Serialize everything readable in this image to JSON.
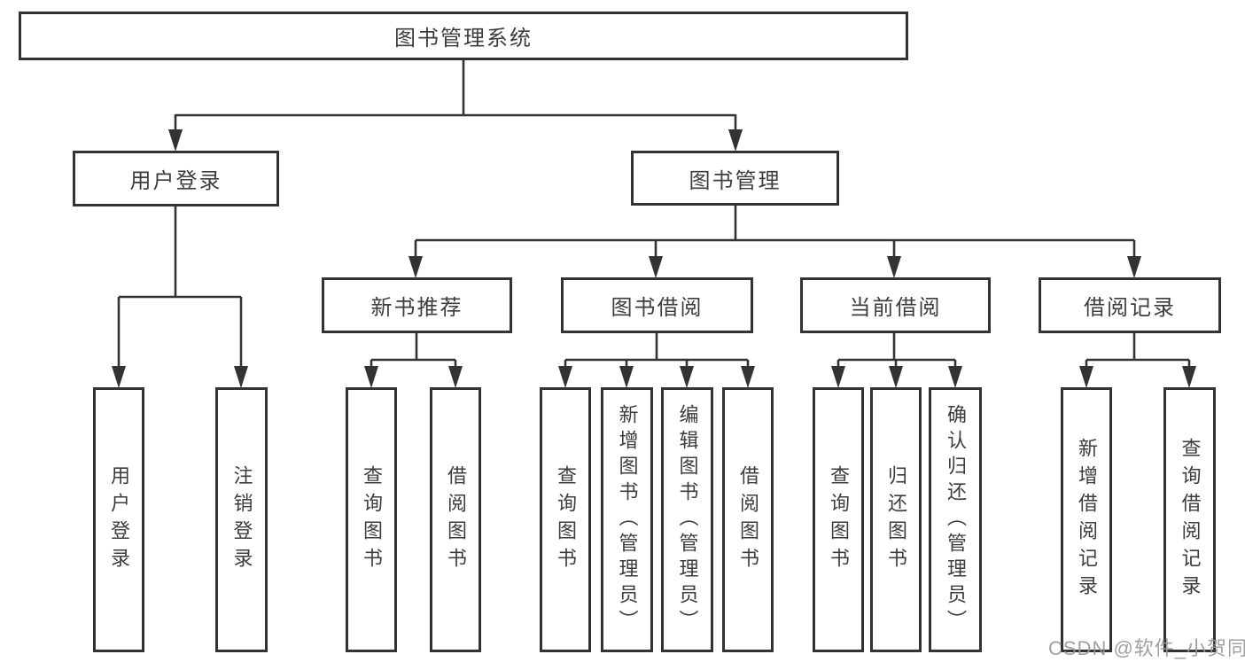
{
  "colors": {
    "line": "#333333",
    "node_border": "#333333",
    "node_text": "#3d3d3d",
    "node_background": "#ffffff",
    "watermark_gray": "#969696",
    "page_background": "#ffffff"
  },
  "tree": {
    "root": {
      "label": "图书管理系统"
    },
    "branches": [
      {
        "label": "用户登录",
        "leaves": [
          {
            "label": "用户登录"
          },
          {
            "label": "注销登录"
          }
        ]
      },
      {
        "label": "图书管理",
        "sections": [
          {
            "label": "新书推荐",
            "leaves": [
              {
                "label": "查询图书"
              },
              {
                "label": "借阅图书"
              }
            ]
          },
          {
            "label": "图书借阅",
            "leaves": [
              {
                "label": "查询图书"
              },
              {
                "label": "新增图书（管理员）"
              },
              {
                "label": "编辑图书（管理员）"
              },
              {
                "label": "借阅图书"
              }
            ]
          },
          {
            "label": "当前借阅",
            "leaves": [
              {
                "label": "查询图书"
              },
              {
                "label": "归还图书"
              },
              {
                "label": "确认归还（管理员）"
              }
            ]
          },
          {
            "label": "借阅记录",
            "leaves": [
              {
                "label": "新增借阅记录"
              },
              {
                "label": "查询借阅记录"
              }
            ]
          }
        ]
      }
    ]
  },
  "watermark": {
    "text": "CSDN @软件_小贺同学"
  }
}
